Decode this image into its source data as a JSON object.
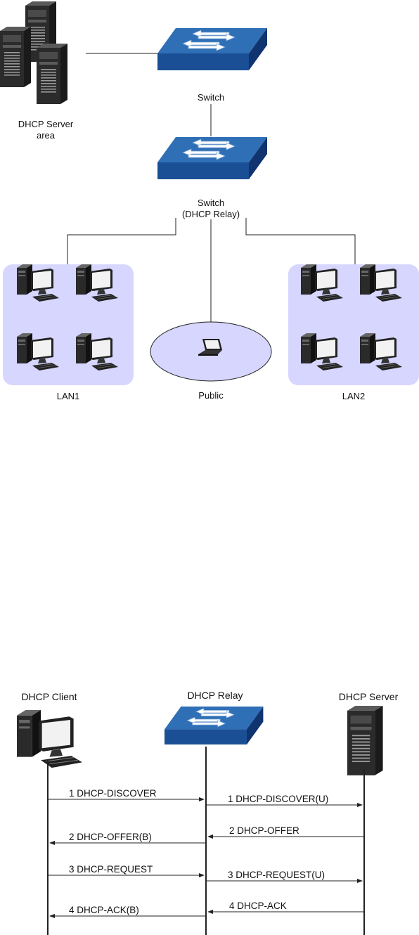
{
  "topology": {
    "server_area_label_line1": "DHCP Server",
    "server_area_label_line2": "area",
    "top_switch_label": "Switch",
    "relay_switch_label_line1": "Switch",
    "relay_switch_label_line2": "(DHCP Relay)",
    "lan1_label": "LAN1",
    "public_label": "Public",
    "lan2_label": "LAN2"
  },
  "sequence": {
    "client_label": "DHCP Client",
    "relay_label": "DHCP Relay",
    "server_label": "DHCP Server",
    "messages": [
      {
        "label": "1 DHCP-DISCOVER",
        "from": "client",
        "to": "relay"
      },
      {
        "label": "1 DHCP-DISCOVER(U)",
        "from": "relay",
        "to": "server"
      },
      {
        "label": "2 DHCP-OFFER",
        "from": "server",
        "to": "relay"
      },
      {
        "label": "2 DHCP-OFFER(B)",
        "from": "relay",
        "to": "client"
      },
      {
        "label": "3 DHCP-REQUEST",
        "from": "client",
        "to": "relay"
      },
      {
        "label": "3 DHCP-REQUEST(U)",
        "from": "relay",
        "to": "server"
      },
      {
        "label": "4 DHCP-ACK",
        "from": "server",
        "to": "relay"
      },
      {
        "label": "4 DHCP-ACK(B)",
        "from": "relay",
        "to": "client"
      }
    ]
  },
  "colors": {
    "switch_top": "#2f6fb6",
    "switch_side": "#163f7e",
    "lan_fill": "#d6d6ff",
    "public_fill": "#d6d6ff",
    "line": "#222222"
  }
}
